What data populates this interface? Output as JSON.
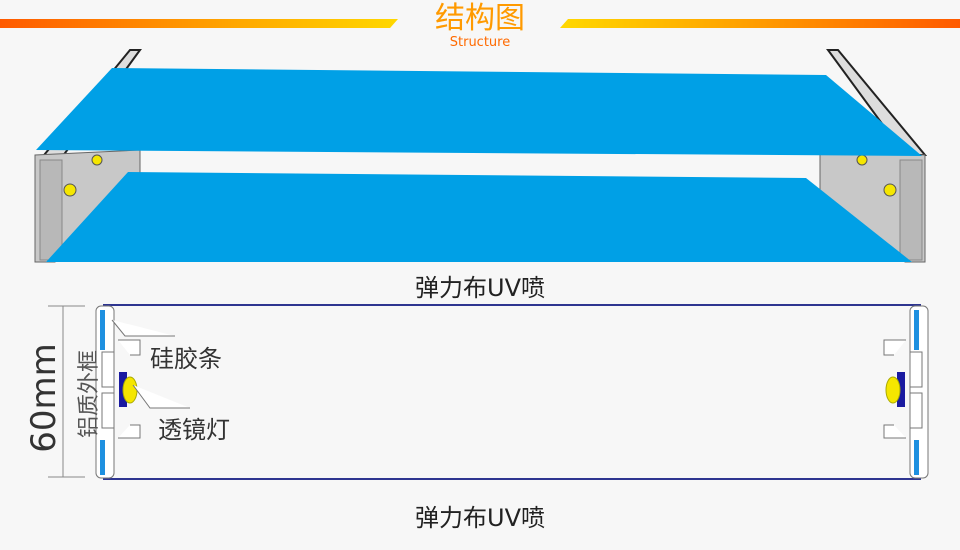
{
  "header": {
    "title": "结构图",
    "subtitle": "Structure"
  },
  "top_diagram": {
    "caption": "弹力布UV喷"
  },
  "section_diagram": {
    "caption": "弹力布UV喷",
    "dimension_label": "60mm",
    "frame_label": "铝质外框",
    "silicone_strip_label": "硅胶条",
    "lens_light_label": "透镜灯"
  },
  "colors": {
    "fabric": "#00a0e6",
    "frame_border": "#2e3590",
    "lens": "#f5e600",
    "lens_base": "#1a1aa0"
  }
}
